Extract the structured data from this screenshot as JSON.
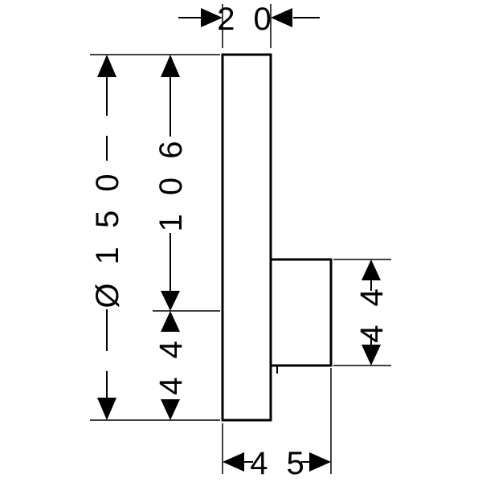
{
  "dimensions": {
    "plate_thickness": "2 0",
    "plate_diameter": "Ø 1 5 0",
    "upper_height": "1 0 6",
    "lower_height": "4 4",
    "body_height": "4 4",
    "total_depth": "4 5"
  },
  "colors": {
    "line": "#000000",
    "background": "#ffffff"
  }
}
